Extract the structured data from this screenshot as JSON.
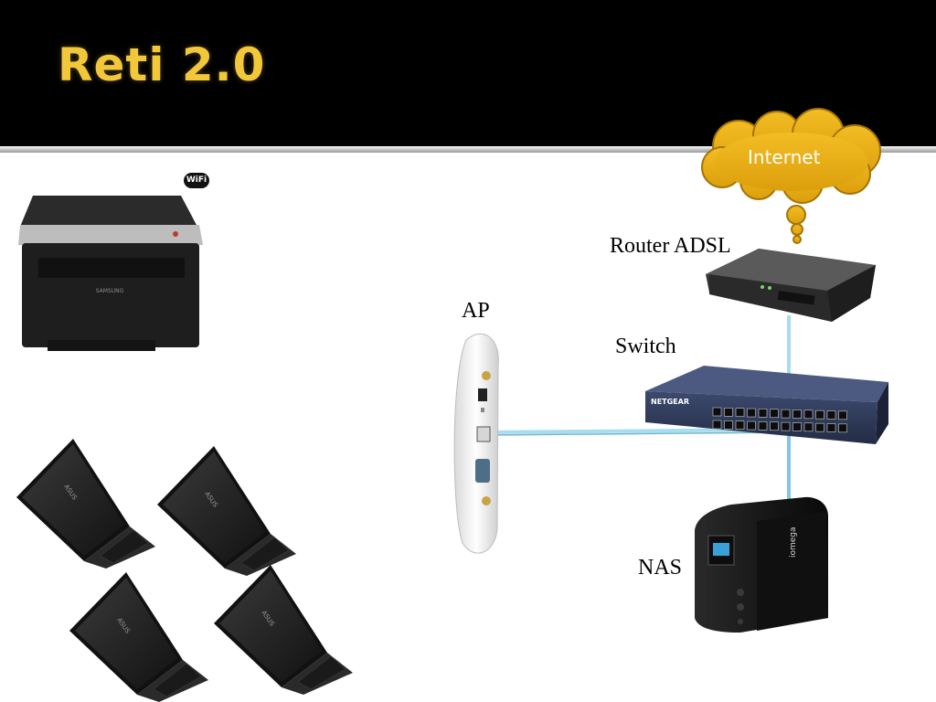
{
  "slide": {
    "title": "Reti 2.0"
  },
  "diagram": {
    "nodes": {
      "internet": {
        "label": "Internet",
        "icon": "cloud-icon"
      },
      "router": {
        "label": "Router ADSL",
        "icon": "router-icon"
      },
      "access_point": {
        "label": "AP",
        "icon": "access-point-icon"
      },
      "switch": {
        "label": "Switch",
        "icon": "network-switch-icon",
        "brand": "NETGEAR"
      },
      "nas": {
        "label": "NAS",
        "icon": "nas-icon",
        "brand": "iomega"
      },
      "printer": {
        "icon": "printer-icon",
        "brand": "SAMSUNG",
        "badge": "WiFi"
      },
      "laptops": {
        "count": 4,
        "icon": "laptop-icon",
        "brand": "ASUS"
      }
    },
    "colors": {
      "header": "#000000",
      "title": "#F2C83A",
      "cloud": "#E8AE12",
      "link": "#7EC8E3"
    }
  }
}
